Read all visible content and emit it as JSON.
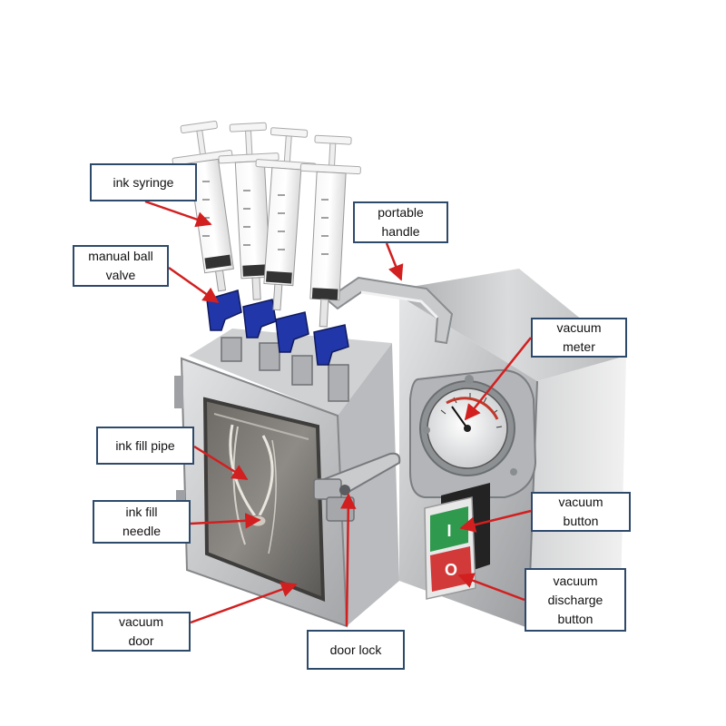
{
  "colors": {
    "label_border": "#2e4a6b",
    "arrow": "#d21f1f",
    "steel_light": "#d9dadb",
    "steel_dark": "#8d9093",
    "valve_blue": "#2136a8",
    "start_green": "#2f9a4e",
    "stop_red": "#d23a3a"
  },
  "labels": {
    "ink_syringe": "ink syringe",
    "manual_ball_valve": [
      "manual ball",
      "valve"
    ],
    "ink_fill_pipe": "ink fill pipe",
    "ink_fill_needle": [
      "ink fill",
      "needle"
    ],
    "vacuum_door": [
      "vacuum",
      "door"
    ],
    "door_lock": "door lock",
    "portable_handle": [
      "portable",
      "handle"
    ],
    "vacuum_meter": [
      "vacuum",
      "meter"
    ],
    "vacuum_button": [
      "vacuum",
      "button"
    ],
    "vacuum_discharge_button": [
      "vacuum",
      "discharge",
      "button"
    ]
  },
  "switch_marks": {
    "start": "I",
    "stop": "O"
  }
}
